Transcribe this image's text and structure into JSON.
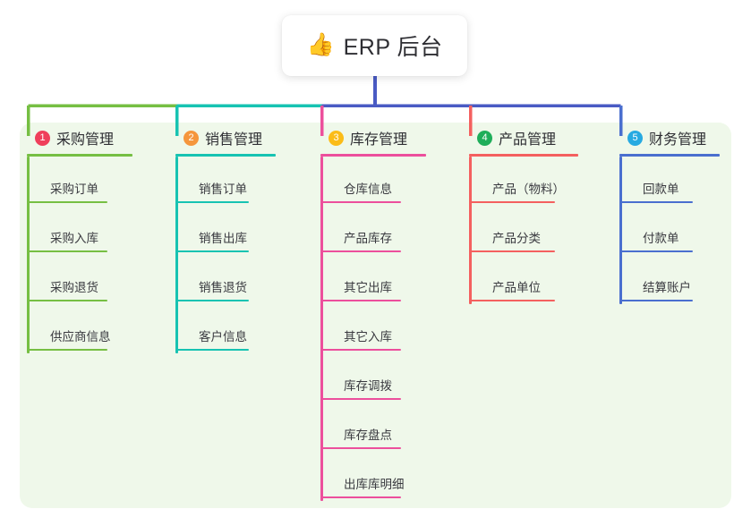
{
  "root": {
    "icon": "thumbs-up-emoji",
    "icon_glyph": "👍",
    "title": "ERP 后台"
  },
  "palette": {
    "panel_background": "#eff8ea",
    "page_background": "#ffffff",
    "text": "#2e2e33",
    "trunk": "#4a5bc4"
  },
  "columns": [
    {
      "number": "1",
      "label": "采购管理",
      "badge_color": "#ef3f5b",
      "line_color": "#76bf43",
      "items": [
        {
          "label": "采购订单"
        },
        {
          "label": "采购入库"
        },
        {
          "label": "采购退货"
        },
        {
          "label": "供应商信息"
        }
      ]
    },
    {
      "number": "2",
      "label": "销售管理",
      "badge_color": "#f5963c",
      "line_color": "#17c3b2",
      "items": [
        {
          "label": "销售订单"
        },
        {
          "label": "销售出库"
        },
        {
          "label": "销售退货"
        },
        {
          "label": "客户信息"
        }
      ]
    },
    {
      "number": "3",
      "label": "库存管理",
      "badge_color": "#fbbc18",
      "line_color": "#ec4f9c",
      "items": [
        {
          "label": "仓库信息"
        },
        {
          "label": "产品库存"
        },
        {
          "label": "其它出库"
        },
        {
          "label": "其它入库"
        },
        {
          "label": "库存调拨"
        },
        {
          "label": "库存盘点"
        },
        {
          "label": "出库库明细"
        }
      ]
    },
    {
      "number": "4",
      "label": "产品管理",
      "badge_color": "#1fae5a",
      "line_color": "#f4605f",
      "items": [
        {
          "label": "产品（物料）"
        },
        {
          "label": "产品分类"
        },
        {
          "label": "产品单位"
        }
      ]
    },
    {
      "number": "5",
      "label": "财务管理",
      "badge_color": "#27aae1",
      "line_color": "#4a6fcf",
      "items": [
        {
          "label": "回款单"
        },
        {
          "label": "付款单"
        },
        {
          "label": "结算账户"
        }
      ]
    }
  ]
}
